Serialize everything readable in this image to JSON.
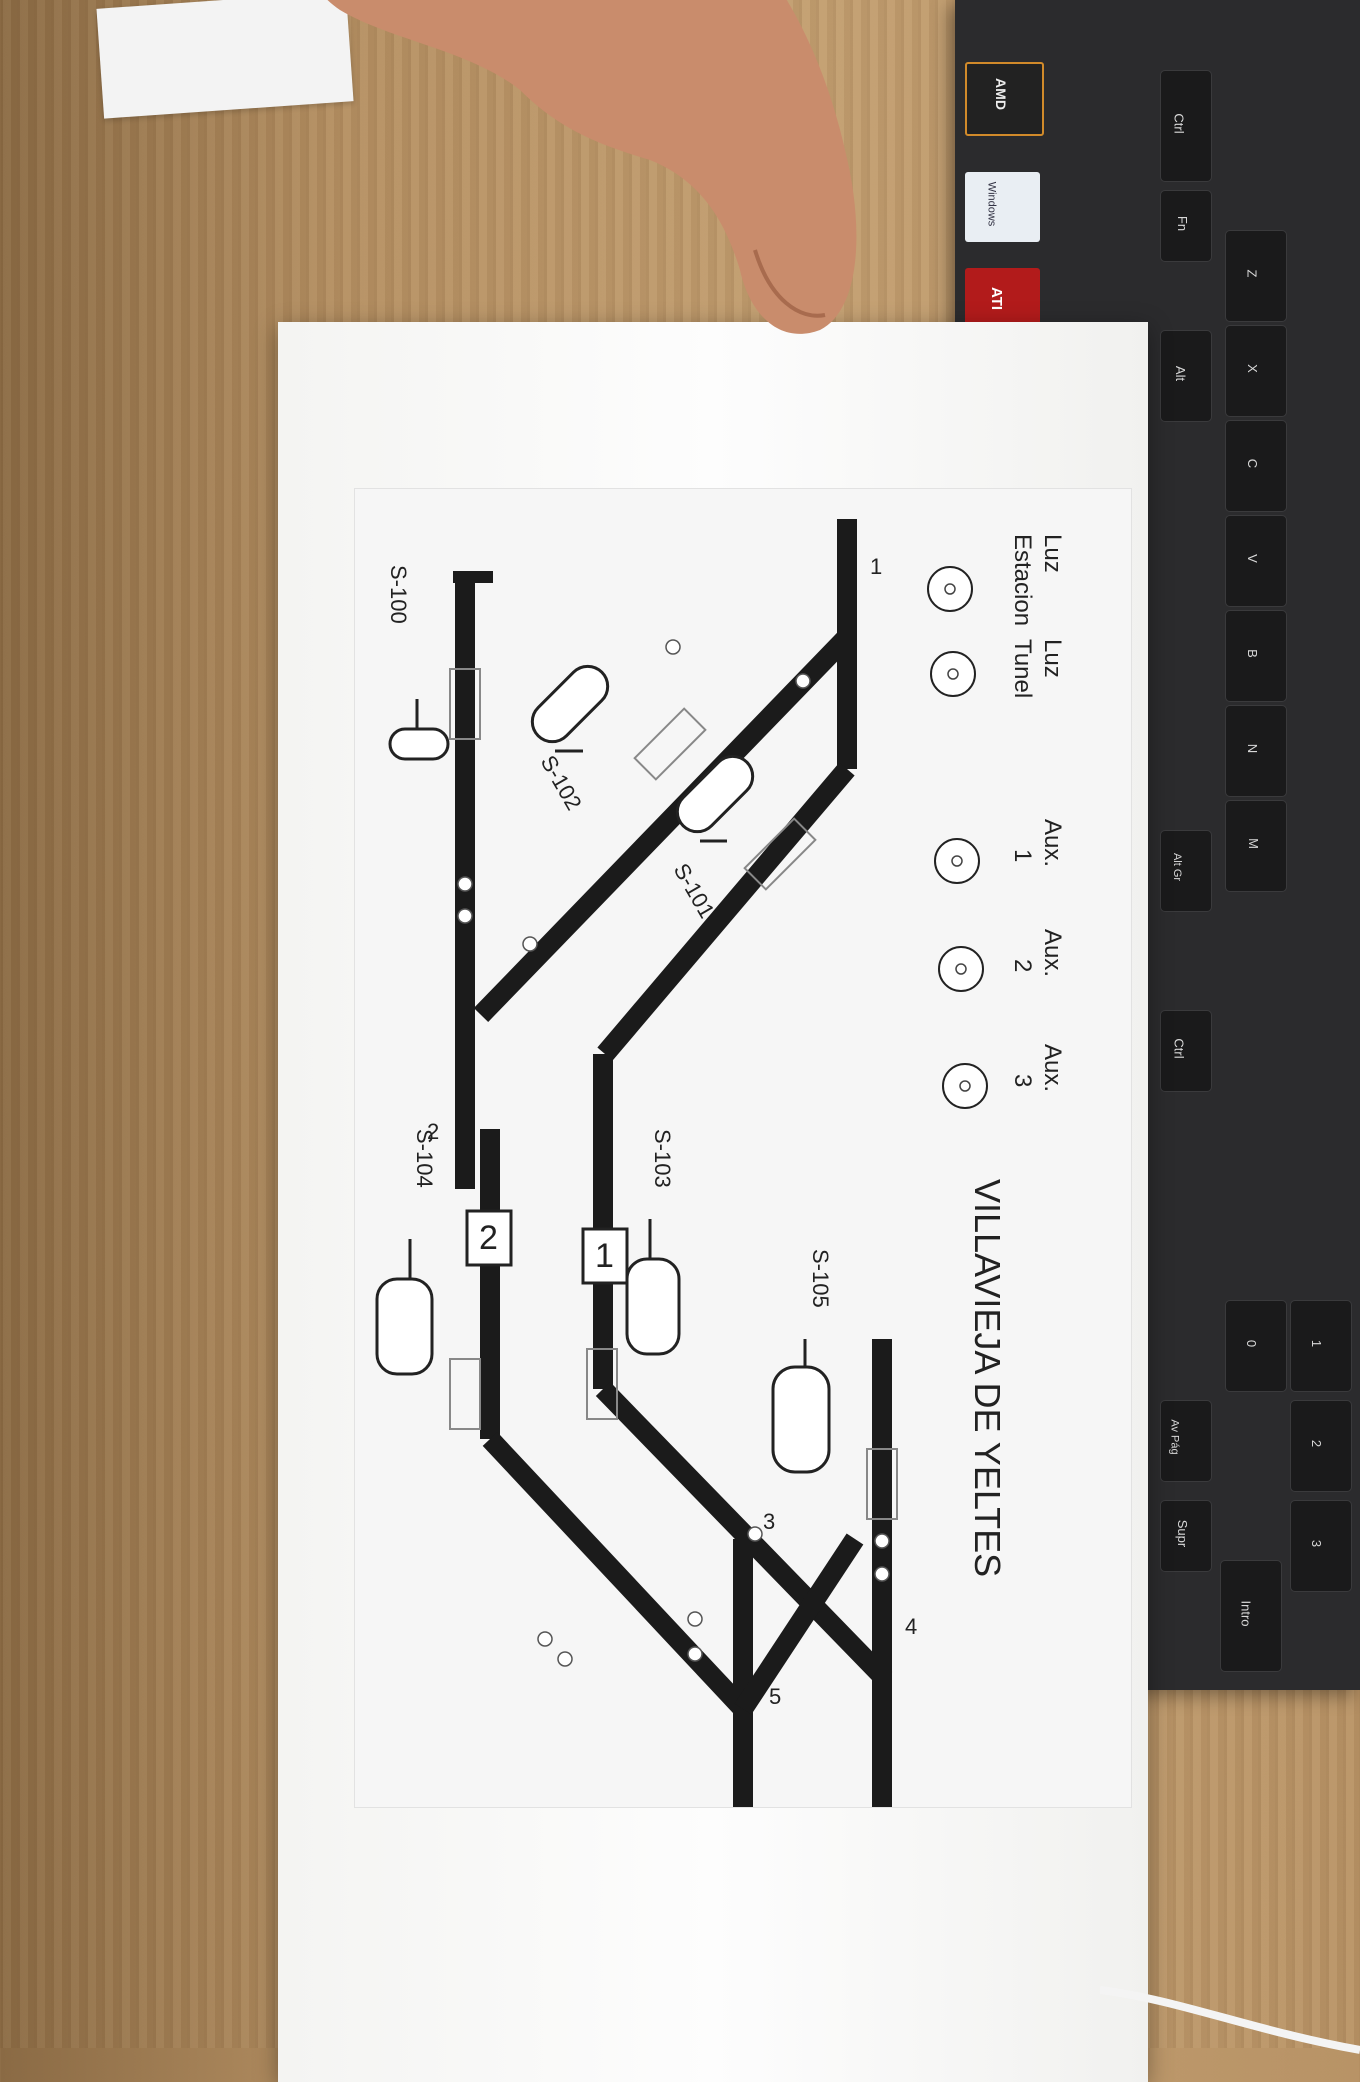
{
  "title": "VILLAVIEJA DE YELTES",
  "lights": [
    {
      "line1": "Luz",
      "line2": "Estacion"
    },
    {
      "line1": "Luz",
      "line2": "Tunel"
    },
    {
      "line1": "Aux.",
      "line2": "1"
    },
    {
      "line1": "Aux.",
      "line2": "2"
    },
    {
      "line1": "Aux.",
      "line2": "3"
    }
  ],
  "signals": [
    "S-100",
    "S-101",
    "S-102",
    "S-103",
    "S-104",
    "S-105"
  ],
  "tracks": [
    "1",
    "2",
    "3",
    "4",
    "5"
  ],
  "blocks": [
    "1",
    "2"
  ],
  "keyboard_keys": [
    "Ctrl",
    "Fn",
    "Z",
    "X",
    "C",
    "V",
    "B",
    "N",
    "M",
    "Alt Gr",
    "Ctrl",
    "0",
    "1",
    "2",
    "3",
    "Intro",
    "Supr",
    "Av Pág",
    "Alt"
  ],
  "stickers": [
    "AMD",
    "Windows",
    "ATI"
  ],
  "colors": {
    "track": "#1b1b1b",
    "paper": "#f6f6f6",
    "wood": "#c29e70",
    "keyboard": "#2b2b2d"
  }
}
